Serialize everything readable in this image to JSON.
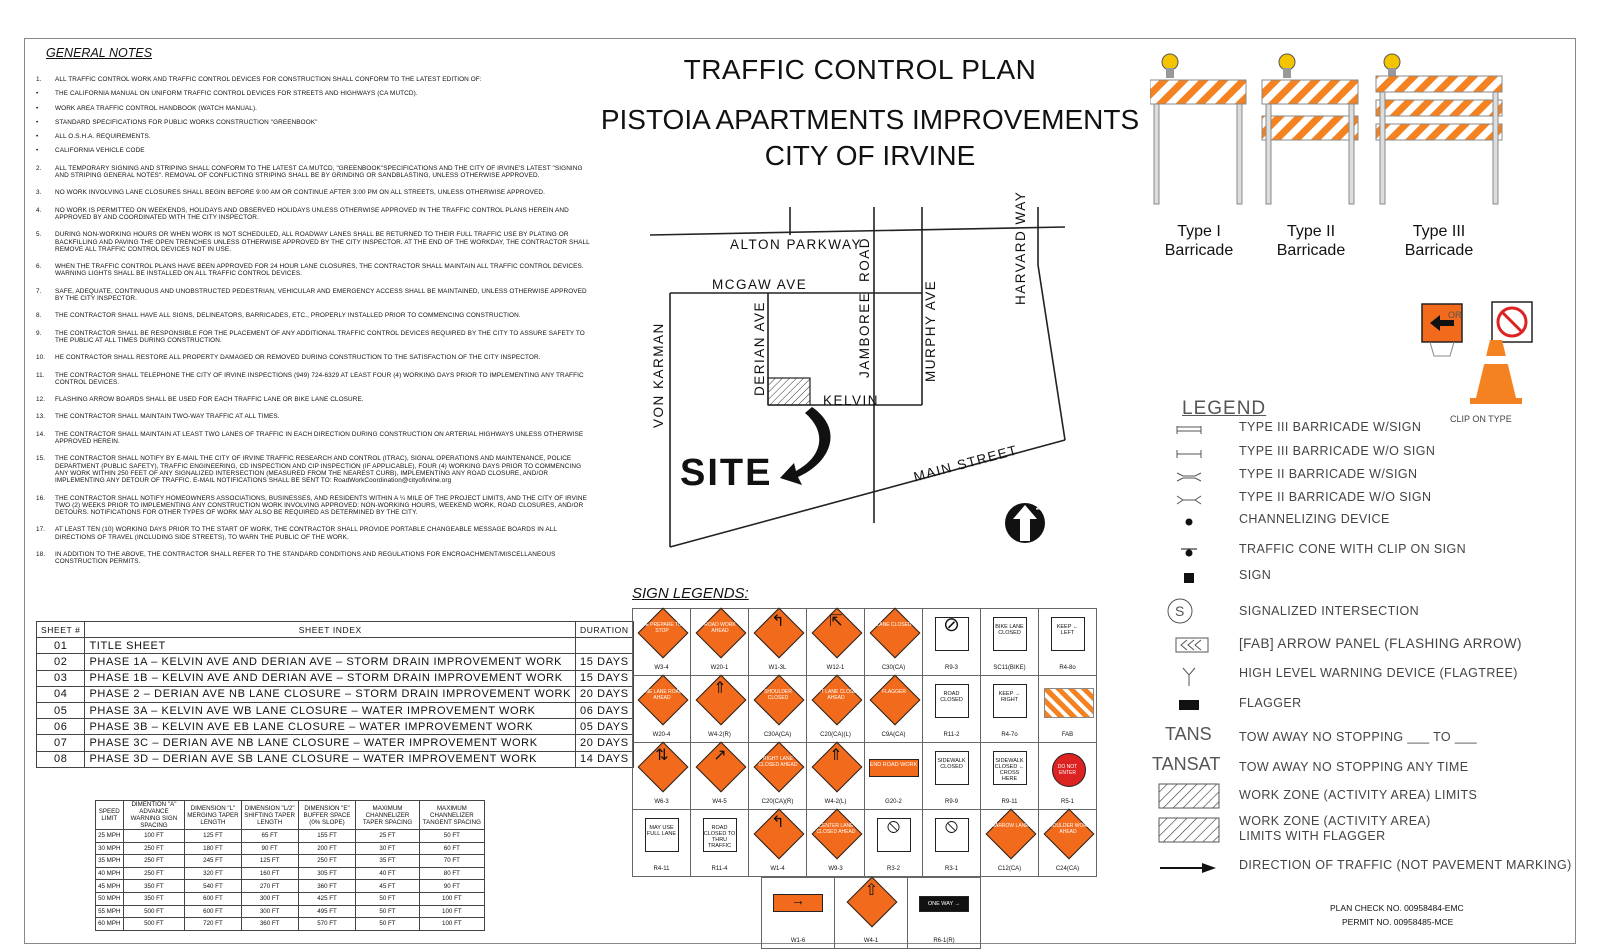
{
  "general_notes": {
    "title": "GENERAL NOTES",
    "items": [
      {
        "n": "1.",
        "t": "ALL TRAFFIC CONTROL WORK AND TRAFFIC CONTROL DEVICES FOR CONSTRUCTION SHALL CONFORM TO THE LATEST EDITION OF:"
      },
      {
        "n": "•",
        "t": "THE CALIFORNIA MANUAL ON UNIFORM TRAFFIC CONTROL DEVICES FOR STREETS AND HIGHWAYS (CA MUTCD)."
      },
      {
        "n": "•",
        "t": "WORK AREA TRAFFIC CONTROL HANDBOOK (WATCH MANUAL)."
      },
      {
        "n": "•",
        "t": "STANDARD SPECIFICATIONS FOR PUBLIC WORKS CONSTRUCTION \"GREENBOOK\""
      },
      {
        "n": "•",
        "t": "ALL O.S.H.A. REQUIREMENTS."
      },
      {
        "n": "•",
        "t": "CALIFORNIA VEHICLE CODE"
      },
      {
        "n": "2.",
        "t": "ALL TEMPORARY SIGNING AND STRIPING SHALL CONFORM TO THE LATEST CA MUTCD, \"GREENBOOK\"SPECIFICATIONS AND THE CITY OF IRVINE'S LATEST \"SIGNING AND STRIPING GENERAL NOTES\". REMOVAL OF CONFLICTING STRIPING SHALL BE BY GRINDING OR SANDBLASTING, UNLESS OTHERWISE APPROVED."
      },
      {
        "n": "3.",
        "t": "NO WORK INVOLVING LANE CLOSURES SHALL BEGIN BEFORE 9:00 AM OR CONTINUE AFTER 3:00 PM ON ALL STREETS, UNLESS OTHERWISE APPROVED."
      },
      {
        "n": "4.",
        "t": "NO WORK IS PERMITTED ON WEEKENDS, HOLIDAYS AND OBSERVED HOLIDAYS UNLESS OTHERWISE APPROVED IN THE TRAFFIC CONTROL PLANS HEREIN AND APPROVED BY AND COORDINATED WITH THE CITY INSPECTOR."
      },
      {
        "n": "5.",
        "t": "DURING NON-WORKING HOURS OR WHEN WORK IS NOT SCHEDULED, ALL ROADWAY LANES SHALL BE RETURNED TO THEIR FULL TRAFFIC USE BY PLATING OR BACKFILLING AND PAVING THE OPEN TRENCHES UNLESS OTHERWISE APPROVED BY THE CITY INSPECTOR. AT THE END OF THE WORKDAY, THE CONTRACTOR SHALL REMOVE ALL TRAFFIC CONTROL DEVICES NOT IN USE."
      },
      {
        "n": "6.",
        "t": "WHEN THE TRAFFIC CONTROL PLANS HAVE BEEN APPROVED FOR 24 HOUR LANE CLOSURES, THE CONTRACTOR SHALL MAINTAIN ALL TRAFFIC CONTROL DEVICES. WARNING LIGHTS SHALL BE INSTALLED ON ALL TRAFFIC CONTROL DEVICES."
      },
      {
        "n": "7.",
        "t": "SAFE, ADEQUATE, CONTINUOUS AND UNOBSTRUCTED PEDESTRIAN, VEHICULAR AND EMERGENCY ACCESS SHALL BE MAINTAINED, UNLESS OTHERWISE APPROVED BY THE CITY INSPECTOR."
      },
      {
        "n": "8.",
        "t": "THE CONTRACTOR SHALL HAVE ALL SIGNS, DELINEATORS, BARRICADES, ETC., PROPERLY INSTALLED PRIOR TO COMMENCING CONSTRUCTION."
      },
      {
        "n": "9.",
        "t": "THE CONTRACTOR SHALL BE RESPONSIBLE FOR THE PLACEMENT OF ANY ADDITIONAL TRAFFIC CONTROL DEVICES REQUIRED BY THE CITY TO ASSURE SAFETY TO THE PUBLIC AT ALL TIMES DURING CONSTRUCTION."
      },
      {
        "n": "10.",
        "t": "HE CONTRACTOR SHALL RESTORE ALL PROPERTY DAMAGED OR REMOVED DURING CONSTRUCTION TO THE SATISFACTION OF THE CITY INSPECTOR."
      },
      {
        "n": "11.",
        "t": "THE CONTRACTOR SHALL TELEPHONE THE CITY OF IRVINE INSPECTIONS (949) 724-6329 AT LEAST FOUR (4) WORKING DAYS PRIOR TO IMPLEMENTING ANY TRAFFIC CONTROL DEVICES."
      },
      {
        "n": "12.",
        "t": "FLASHING ARROW BOARDS SHALL BE USED FOR EACH TRAFFIC LANE OR BIKE LANE CLOSURE."
      },
      {
        "n": "13.",
        "t": "THE CONTRACTOR SHALL MAINTAIN TWO-WAY TRAFFIC AT ALL TIMES."
      },
      {
        "n": "14.",
        "t": "THE CONTRACTOR SHALL MAINTAIN AT LEAST TWO LANES OF TRAFFIC IN EACH DIRECTION DURING CONSTRUCTION ON ARTERIAL HIGHWAYS UNLESS OTHERWISE APPROVED HEREIN."
      },
      {
        "n": "15.",
        "t": "THE CONTRACTOR SHALL NOTIFY BY E-MAIL THE CITY OF IRVINE TRAFFIC RESEARCH AND CONTROL (ITRAC), SIGNAL OPERATIONS AND MAINTENANCE, POLICE DEPARTMENT (PUBLIC SAFETY), TRAFFIC ENGINEERING, CD INSPECTION AND CIP INSPECTION (IF APPLICABLE), FOUR (4) WORKING DAYS PRIOR TO COMMENCING ANY WORK WITHIN 250 FEET OF ANY SIGNALIZED INTERSECTION (MEASURED FROM THE NEAREST CURB), IMPLEMENTING ANY ROAD CLOSURE, AND/OR IMPLEMENTING ANY DETOUR OF TRAFFIC. E-MAIL NOTIFICATIONS SHALL BE SENT TO: RoadWorkCoordination@cityofirvine.org"
      },
      {
        "n": "16.",
        "t": "THE CONTRACTOR SHALL NOTIFY HOMEOWNERS ASSOCIATIONS, BUSINESSES, AND RESIDENTS WITHIN A ¼ MILE OF THE PROJECT LIMITS, AND THE CITY OF IRVINE TWO (2) WEEKS PRIOR TO IMPLEMENTING ANY CONSTRUCTION WORK INVOLVING APPROVED: NON-WORKING HOURS, WEEKEND WORK, ROAD CLOSURES, AND/OR DETOURS. NOTIFICATIONS FOR OTHER TYPES OF WORK MAY ALSO BE REQUIRED AS DETERMINED BY THE CITY."
      },
      {
        "n": "17.",
        "t": "AT LEAST TEN (10) WORKING DAYS PRIOR TO THE START OF WORK, THE CONTRACTOR SHALL PROVIDE PORTABLE CHANGEABLE MESSAGE BOARDS IN ALL DIRECTIONS OF TRAVEL (INCLUDING SIDE STREETS), TO WARN THE PUBLIC OF THE WORK."
      },
      {
        "n": "18.",
        "t": "IN ADDITION TO THE ABOVE, THE CONTRACTOR SHALL REFER TO THE STANDARD CONDITIONS AND REGULATIONS FOR ENCROACHMENT/MISCELLANEOUS CONSTRUCTION PERMITS."
      }
    ]
  },
  "title": {
    "line1": "TRAFFIC CONTROL PLAN",
    "line2": "PISTOIA APARTMENTS IMPROVEMENTS",
    "line3": "CITY OF IRVINE"
  },
  "map": {
    "alton": "ALTON PARKWAY",
    "mcgaw": "MCGAW AVE",
    "road": "ROAD",
    "jamboree": "JAMBOREE",
    "harvard": "HARVARD WAY",
    "murphy": "MURPHY AVE",
    "derian": "DERIAN AVE",
    "vonkarman": "VON KARMAN",
    "kelvin": "KELVIN",
    "main": "MAIN STREET",
    "site": "SITE",
    "north": "NORTH"
  },
  "sheet_index": {
    "headers": [
      "SHEET #",
      "SHEET INDEX",
      "DURATION"
    ],
    "rows": [
      [
        "01",
        "TITLE SHEET",
        ""
      ],
      [
        "02",
        "PHASE 1A – KELVIN AVE AND DERIAN AVE – STORM DRAIN IMPROVEMENT WORK",
        "15 DAYS"
      ],
      [
        "03",
        "PHASE 1B – KELVIN AVE AND DERIAN AVE – STORM DRAIN IMPROVEMENT WORK",
        "15 DAYS"
      ],
      [
        "04",
        "PHASE 2 – DERIAN AVE NB LANE CLOSURE – STORM DRAIN IMPROVEMENT WORK",
        "20 DAYS"
      ],
      [
        "05",
        "PHASE 3A – KELVIN AVE WB LANE CLOSURE – WATER IMPROVEMENT WORK",
        "06 DAYS"
      ],
      [
        "06",
        "PHASE 3B – KELVIN AVE EB LANE CLOSURE – WATER IMPROVEMENT WORK",
        "05 DAYS"
      ],
      [
        "07",
        "PHASE 3C – DERIAN AVE NB LANE CLOSURE – WATER IMPROVEMENT WORK",
        "20 DAYS"
      ],
      [
        "08",
        "PHASE 3D – DERIAN AVE SB LANE CLOSURE – WATER IMPROVEMENT WORK",
        "14 DAYS"
      ]
    ]
  },
  "speed_table": {
    "headers": [
      "SPEED LIMIT",
      "DIMENTION \"A\" ADVANCE WARNING SIGN SPACING",
      "DIMENSION \"L\" MERGING TAPER LENGTH",
      "DIMENSION \"L/2\" SHIFTING TAPER LENGTH",
      "DIMENSION \"E\" BUFFER SPACE (0% SLOPE)",
      "MAXIMUM CHANNELIZER TAPER SPACING",
      "MAXIMUM CHANNELIZER TANGENT SPACING"
    ],
    "rows": [
      [
        "25 MPH",
        "100 FT",
        "125 FT",
        "65 FT",
        "155 FT",
        "25 FT",
        "50 FT"
      ],
      [
        "30 MPH",
        "250 FT",
        "180 FT",
        "90 FT",
        "200 FT",
        "30 FT",
        "60 FT"
      ],
      [
        "35 MPH",
        "250 FT",
        "245 FT",
        "125 FT",
        "250 FT",
        "35 FT",
        "70 FT"
      ],
      [
        "40 MPH",
        "250 FT",
        "320 FT",
        "160 FT",
        "305 FT",
        "40 FT",
        "80 FT"
      ],
      [
        "45 MPH",
        "350 FT",
        "540 FT",
        "270 FT",
        "360 FT",
        "45 FT",
        "90 FT"
      ],
      [
        "50 MPH",
        "350 FT",
        "600 FT",
        "300 FT",
        "425 FT",
        "50 FT",
        "100 FT"
      ],
      [
        "55 MPH",
        "500 FT",
        "600 FT",
        "300 FT",
        "495 FT",
        "50 FT",
        "100 FT"
      ],
      [
        "60 MPH",
        "500 FT",
        "720 FT",
        "360 FT",
        "570 FT",
        "50 FT",
        "100 FT"
      ]
    ]
  },
  "sign_legends": {
    "title": "SIGN LEGENDS:",
    "rows": [
      [
        {
          "kind": "diamond",
          "text": "BE PREPARE TO STOP",
          "code": "W3-4"
        },
        {
          "kind": "diamond",
          "text": "ROAD WORK AHEAD",
          "code": "W20-1"
        },
        {
          "kind": "diamond",
          "text": "↰",
          "code": "W1-3L"
        },
        {
          "kind": "diamond",
          "text": "⇱",
          "code": "W12-1"
        },
        {
          "kind": "diamond",
          "text": "LANE CLOSED",
          "code": "C30(CA)"
        },
        {
          "kind": "rect",
          "text": "⊘",
          "code": "R9-3"
        },
        {
          "kind": "rect",
          "text": "BIKE LANE CLOSED",
          "code": "SC11(BIKE)"
        },
        {
          "kind": "rect",
          "text": "KEEP ← LEFT",
          "code": "R4-8o"
        }
      ],
      [
        {
          "kind": "diamond",
          "text": "ONE LANE ROAD AHEAD",
          "code": "W20-4"
        },
        {
          "kind": "diamond",
          "text": "⇑",
          "code": "W4-2(R)"
        },
        {
          "kind": "diamond",
          "text": "SHOULDER CLOSED",
          "code": "C30A(CA)"
        },
        {
          "kind": "diamond",
          "text": "LEFT LANE CLOSED AHEAD",
          "code": "C20(CA)(L)"
        },
        {
          "kind": "diamond",
          "text": "FLAGGER",
          "code": "C9A(CA)"
        },
        {
          "kind": "rect",
          "text": "ROAD CLOSED",
          "code": "R11-2"
        },
        {
          "kind": "rect",
          "text": "KEEP → RIGHT",
          "code": "R4-7o"
        },
        {
          "kind": "fab",
          "text": "",
          "code": "FAB"
        }
      ],
      [
        {
          "kind": "diamond",
          "text": "⇅",
          "code": "W6-3"
        },
        {
          "kind": "diamond",
          "text": "↗",
          "code": "W4-5"
        },
        {
          "kind": "diamond",
          "text": "RIGHT LANE CLOSED AHEAD",
          "code": "C20(CA)(R)"
        },
        {
          "kind": "diamond",
          "text": "⇑",
          "code": "W4-2(L)"
        },
        {
          "kind": "orect",
          "text": "END ROAD WORK",
          "code": "G20-2"
        },
        {
          "kind": "rect",
          "text": "SIDEWALK CLOSED",
          "code": "R9-9"
        },
        {
          "kind": "rect",
          "text": "SIDEWALK CLOSED ← CROSS HERE",
          "code": "R9-11"
        },
        {
          "kind": "donot",
          "text": "DO NOT ENTER",
          "code": "R5-1"
        }
      ],
      [
        {
          "kind": "rect",
          "text": "MAY USE FULL LANE",
          "code": "R4-11"
        },
        {
          "kind": "rect",
          "text": "ROAD CLOSED TO THRU TRAFFIC",
          "code": "R11-4"
        },
        {
          "kind": "diamond",
          "text": "↰",
          "code": "W1-4"
        },
        {
          "kind": "diamond",
          "text": "CENTER LANE CLOSED AHEAD",
          "code": "W9-3"
        },
        {
          "kind": "rect",
          "text": "⦸",
          "code": "R3-2"
        },
        {
          "kind": "rect",
          "text": "⦸",
          "code": "R3-1"
        },
        {
          "kind": "diamond",
          "text": "NARROW LANE",
          "code": "C12(CA)"
        },
        {
          "kind": "diamond",
          "text": "SHOULDER WORK AHEAD",
          "code": "C24(CA)"
        }
      ]
    ],
    "bottom": [
      {
        "kind": "orect",
        "text": "→",
        "code": "W1-6"
      },
      {
        "kind": "diamond",
        "text": "⇧",
        "code": "W4-1"
      },
      {
        "kind": "blk",
        "text": "ONE WAY →",
        "code": "R6-1(R)"
      }
    ]
  },
  "barricades": {
    "type1": "Type I Barricade",
    "type2": "Type II Barricade",
    "type3": "Type III Barricade",
    "or": "OR",
    "clip": "CLIP ON TYPE"
  },
  "legend": {
    "title": "LEGEND",
    "items": [
      {
        "sym": "",
        "text": "TYPE III BARRICADE W/SIGN"
      },
      {
        "sym": "",
        "text": "TYPE III BARRICADE W/O SIGN"
      },
      {
        "sym": "",
        "text": "TYPE II BARRICADE W/SIGN"
      },
      {
        "sym": "",
        "text": "TYPE II BARRICADE W/O SIGN"
      },
      {
        "sym": "",
        "text": "CHANNELIZING DEVICE"
      },
      {
        "sym": "",
        "text": "TRAFFIC CONE WITH CLIP ON SIGN"
      },
      {
        "sym": "",
        "text": "SIGN"
      },
      {
        "sym": "S",
        "text": "SIGNALIZED INTERSECTION"
      },
      {
        "sym": "",
        "text": "[FAB] ARROW PANEL (FLASHING ARROW)"
      },
      {
        "sym": "",
        "text": "HIGH LEVEL WARNING DEVICE (FLAGTREE)"
      },
      {
        "sym": "",
        "text": "FLAGGER"
      },
      {
        "sym": "TANS",
        "text": "TOW AWAY NO STOPPING ___ TO ___"
      },
      {
        "sym": "TANSAT",
        "text": "TOW AWAY NO STOPPING ANY TIME"
      },
      {
        "sym": "",
        "text": "WORK ZONE (ACTIVITY AREA) LIMITS"
      },
      {
        "sym": "",
        "text": "WORK ZONE (ACTIVITY AREA) LIMITS WITH FLAGGER"
      },
      {
        "sym": "",
        "text": "DIRECTION OF TRAFFIC (NOT PAVEMENT MARKING)"
      }
    ]
  },
  "permits": {
    "plan_check": "PLAN CHECK NO. 00958484-EMC",
    "permit": "PERMIT NO. 00958485-MCE"
  },
  "colors": {
    "orange": "#f26a1b",
    "yellow": "#f5c400",
    "line": "#222222"
  }
}
